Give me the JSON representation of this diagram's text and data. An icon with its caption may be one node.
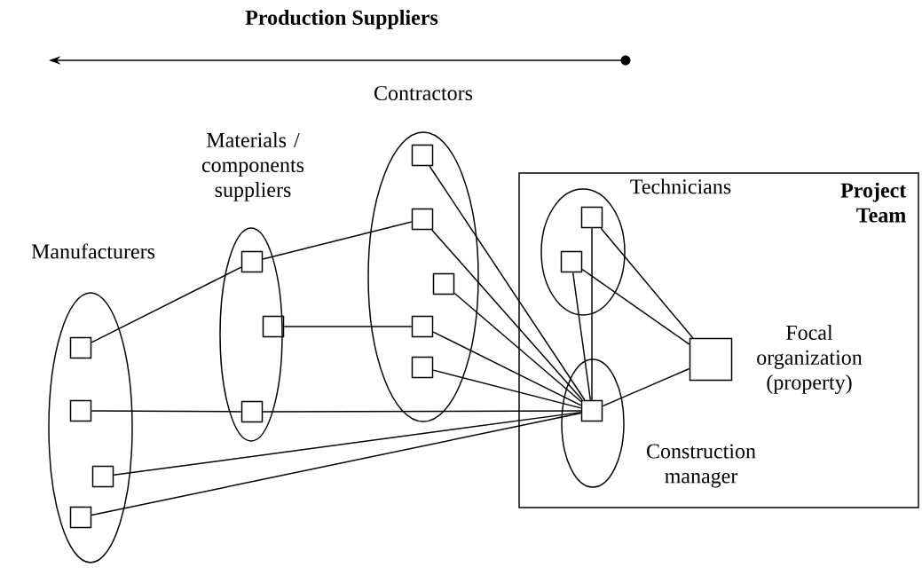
{
  "diagram": {
    "title": "Production Suppliers",
    "nodes": [
      {
        "text": [
          "Project Team"
        ]
      },
      {
        "text": [
          "Manufacturers"
        ]
      },
      {
        "text": [],
        "shape": "box",
        "in": 1
      },
      {
        "text": [],
        "shape": "box",
        "in": 1
      },
      {
        "text": [],
        "shape": "box",
        "in": 1
      },
      {
        "text": [],
        "shape": "box",
        "in": 1
      },
      {
        "text": [
          "Materials / components suppliers"
        ]
      },
      {
        "text": [],
        "shape": "box",
        "in": 6
      },
      {
        "text": [],
        "shape": "box",
        "in": 6
      },
      {
        "text": [],
        "shape": "box",
        "in": 6
      },
      {
        "text": [
          "Contractors"
        ]
      },
      {
        "text": [],
        "shape": "box",
        "in": 10
      },
      {
        "text": [],
        "shape": "box",
        "in": 10
      },
      {
        "text": [],
        "shape": "box",
        "in": 10
      },
      {
        "text": [],
        "shape": "box",
        "in": 10
      },
      {
        "text": [],
        "shape": "box",
        "in": 10
      },
      {
        "text": [
          "Technicians"
        ],
        "in": 0
      },
      {
        "text": [],
        "shape": "box",
        "in": 16
      },
      {
        "text": [],
        "shape": "box",
        "in": 16
      },
      {
        "text": [
          "Construction manager"
        ],
        "in": 0
      },
      {
        "text": [],
        "shape": "box",
        "in": 19
      },
      {
        "text": [
          "Focal organization (property)"
        ],
        "in": 0
      }
    ],
    "edges": [
      {
        "from": 2,
        "to": 7,
        "arrow": "none"
      },
      {
        "from": 7,
        "to": 12,
        "arrow": "none"
      },
      {
        "from": 8,
        "to": 14,
        "arrow": "none"
      },
      {
        "from": 3,
        "to": 9,
        "arrow": "none"
      },
      {
        "from": 9,
        "to": 20,
        "arrow": "none"
      },
      {
        "from": 4,
        "to": 20,
        "arrow": "none"
      },
      {
        "from": 5,
        "to": 20,
        "arrow": "none"
      },
      {
        "from": 11,
        "to": 20,
        "arrow": "none"
      },
      {
        "from": 12,
        "to": 20,
        "arrow": "none"
      },
      {
        "from": 13,
        "to": 20,
        "arrow": "none"
      },
      {
        "from": 14,
        "to": 20,
        "arrow": "none"
      },
      {
        "from": 15,
        "to": 20,
        "arrow": "none"
      },
      {
        "from": 17,
        "to": 20,
        "arrow": "none"
      },
      {
        "from": 18,
        "to": 20,
        "arrow": "none"
      },
      {
        "from": 17,
        "to": 21,
        "arrow": "none"
      },
      {
        "from": 18,
        "to": 21,
        "arrow": "none"
      },
      {
        "from": 20,
        "to": 21,
        "arrow": "none"
      }
    ]
  }
}
